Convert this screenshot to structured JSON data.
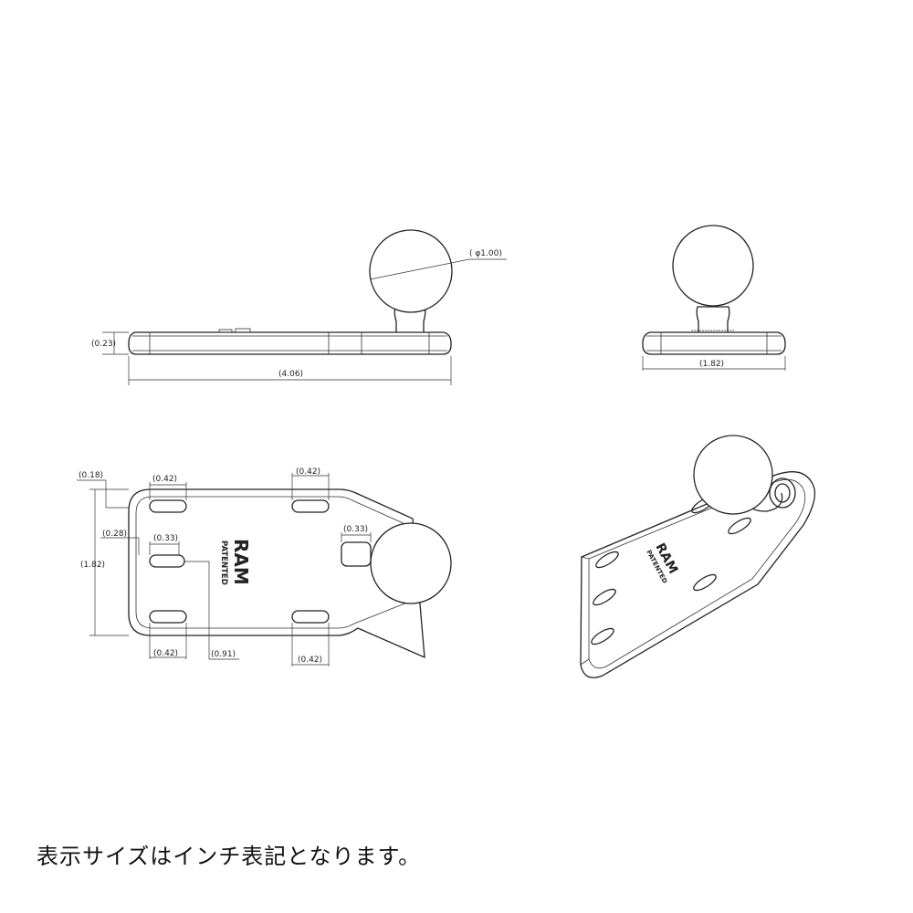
{
  "caption": "表示サイズはインチ表記となります。",
  "dimensions": {
    "ball_diameter": "( φ1.00)",
    "plate_thickness": "(0.23)",
    "plate_length": "(4.06)",
    "side_width": "(1.82)",
    "top_edge": "(0.18)",
    "slot_top_left": "(0.42)",
    "slot_top_right": "(0.42)",
    "slot_offset": "(0.28)",
    "mid_slot_width": "(0.33)",
    "right_slot_width": "(0.33)",
    "plan_width": "(1.82)",
    "slot_bottom_left": "(0.42)",
    "mid_offset": "(0.91)",
    "slot_bottom_right": "(0.42)"
  },
  "logo": {
    "brand": "RAM",
    "mark": "PATENTED"
  }
}
